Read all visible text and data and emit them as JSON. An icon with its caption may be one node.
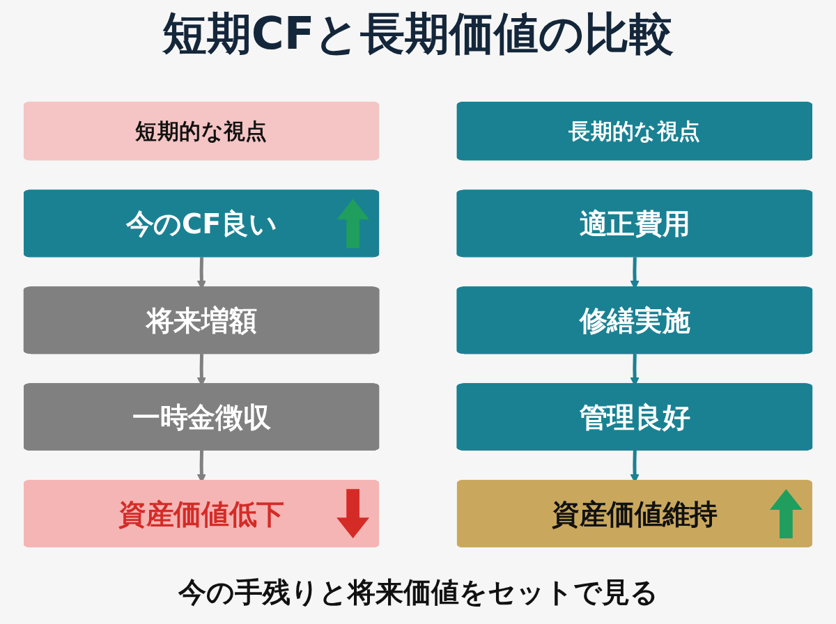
{
  "diagram": {
    "title": "短期CFと長期価値の比較",
    "caption": "今の手残りと将来価値をセットで見る",
    "nodes": [
      {
        "text": [
          "短期的な視点"
        ]
      },
      {
        "text": [
          "長期的な視点"
        ]
      },
      {
        "text": [
          "今のCF良い"
        ]
      },
      {
        "text": [
          "適正費用"
        ]
      },
      {
        "text": [
          "将来増額"
        ]
      },
      {
        "text": [
          "修繕実施"
        ]
      },
      {
        "text": [
          "一時金徴収"
        ]
      },
      {
        "text": [
          "管理良好"
        ]
      },
      {
        "text": [
          "資産価値低下"
        ]
      },
      {
        "text": [
          "資産価値維持"
        ]
      }
    ],
    "edges": [
      {
        "from": 2,
        "to": 4,
        "arrow": "to"
      },
      {
        "from": 4,
        "to": 6,
        "arrow": "to"
      },
      {
        "from": 6,
        "to": 8,
        "arrow": "to"
      },
      {
        "from": 3,
        "to": 5,
        "arrow": "to",
        "color": "#1a8193"
      },
      {
        "from": 5,
        "to": 7,
        "arrow": "to",
        "color": "#1a8193"
      },
      {
        "from": 7,
        "to": 9,
        "arrow": "to",
        "color": "#1a8193"
      }
    ]
  }
}
